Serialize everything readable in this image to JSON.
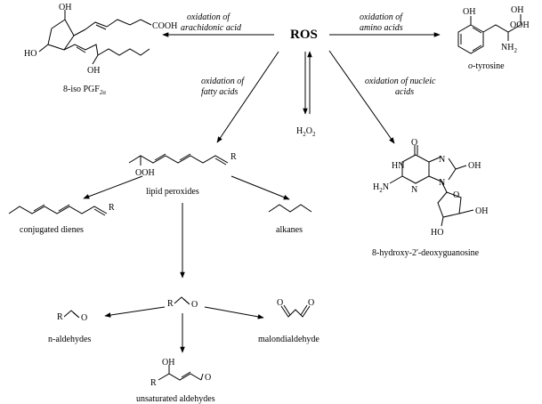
{
  "center": {
    "label": "ROS"
  },
  "edges": {
    "arachidonic": {
      "line1": "oxidation of",
      "line2": "arachidonic acid"
    },
    "amino": {
      "line1": "oxidation of",
      "line2": "amino acids"
    },
    "fatty": {
      "line1": "oxidation of",
      "line2": "fatty acids"
    },
    "nucleic": {
      "line1": "oxidation of nucleic",
      "line2": "acids"
    }
  },
  "products": {
    "isoprostane": "8-iso PGF",
    "isoprostane_sub": "2α",
    "tyrosine_prefix": "o",
    "tyrosine_rest": "-tyrosine",
    "h2o2_h": "H",
    "h2o2_2a": "2",
    "h2o2_o": "O",
    "h2o2_2b": "2",
    "deoxyguanosine": "8-hydroxy-2'-deoxyguanosine",
    "lipid_peroxides": "lipid peroxides",
    "conjugated_dienes": "conjugated dienes",
    "alkanes": "alkanes",
    "n_aldehydes": "n-aldehydes",
    "malondialdehyde": "malondialdehyde",
    "unsaturated_aldehydes": "unsaturated aldehydes"
  },
  "atoms": {
    "oh": "OH",
    "ho": "HO",
    "cooh": "COOH",
    "nh2": "NH",
    "nh2_sub": "2",
    "ooh": "OOH",
    "r": "R",
    "o": "O",
    "n": "N",
    "hn": "HN",
    "h2n": "H",
    "h2n_rest": "N",
    "h2n_sub": "2"
  }
}
